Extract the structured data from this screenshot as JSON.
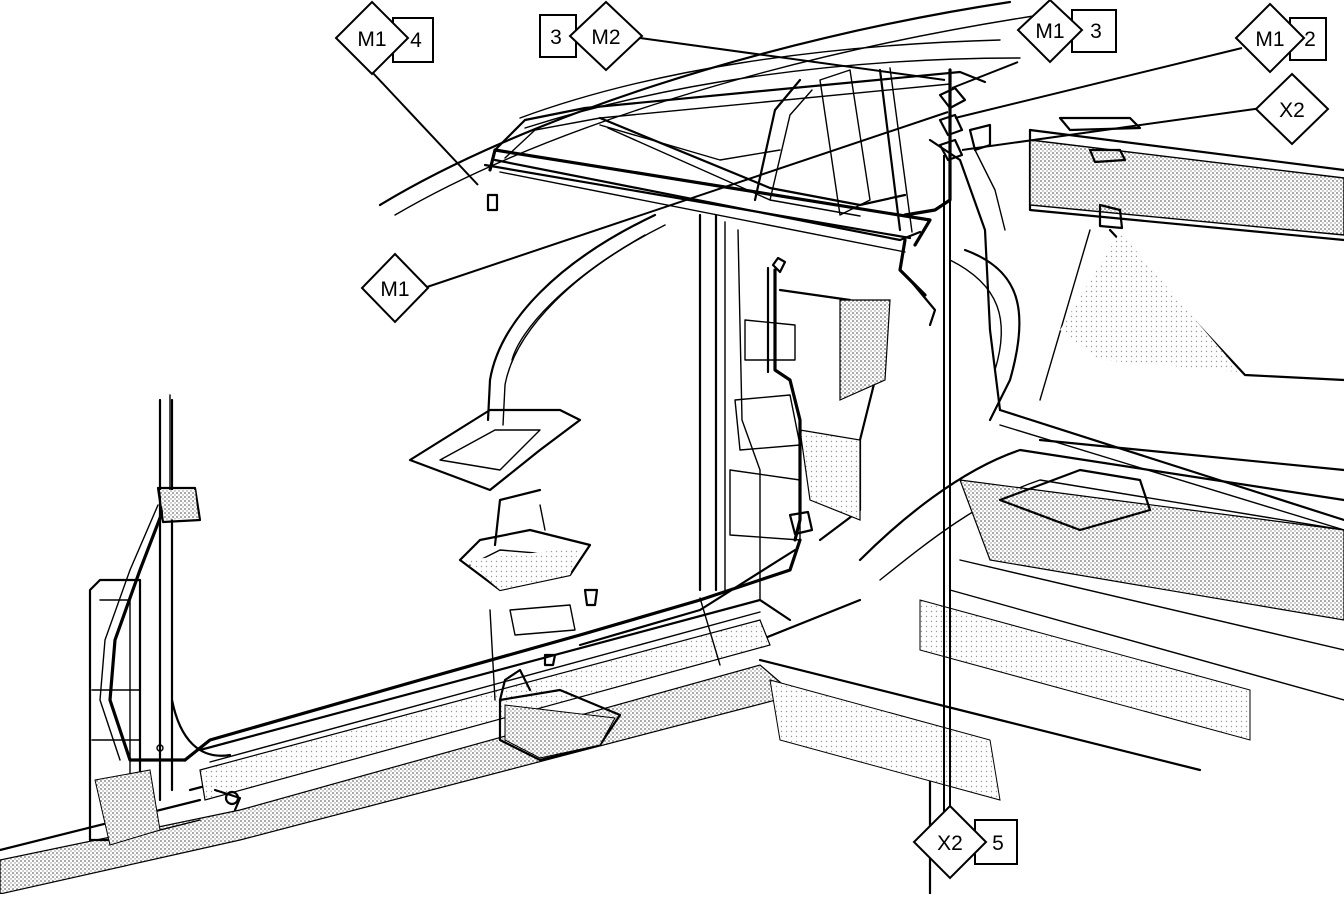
{
  "callouts": [
    {
      "id": "m1-4",
      "code": "M1",
      "num": "4"
    },
    {
      "id": "m2-3",
      "code": "M2",
      "num": "3"
    },
    {
      "id": "m1-3",
      "code": "M1",
      "num": "3"
    },
    {
      "id": "m1-2",
      "code": "M1",
      "num": "2"
    },
    {
      "id": "x2-top",
      "code": "X2",
      "num": ""
    },
    {
      "id": "m1-mid",
      "code": "M1",
      "num": ""
    },
    {
      "id": "x2-5",
      "code": "X2",
      "num": "5"
    }
  ],
  "colors": {
    "ink": "#000000",
    "shade": "#9a9a9a",
    "paper": "#ffffff"
  }
}
